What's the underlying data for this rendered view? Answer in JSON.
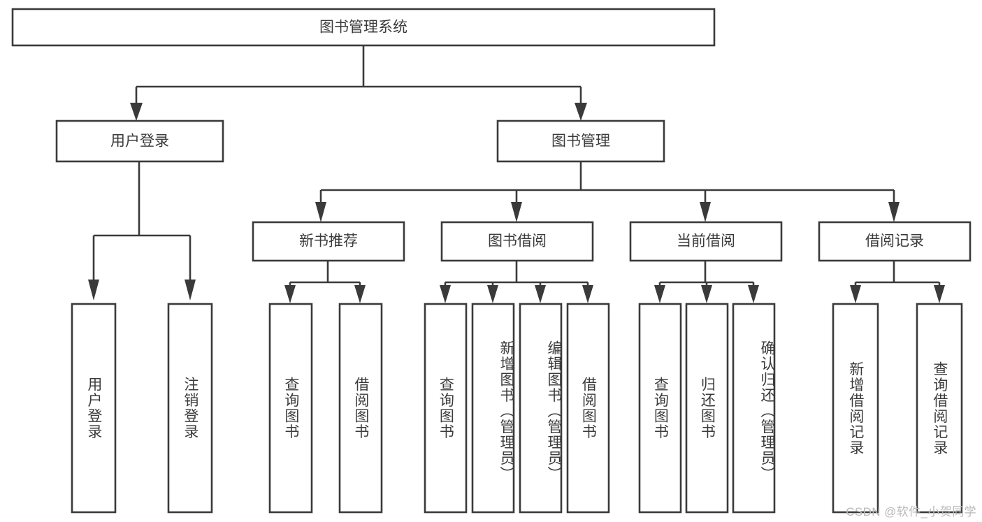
{
  "diagram": {
    "type": "tree-hierarchy-chart",
    "title": "图书管理系统",
    "orientation": "top-down",
    "colors": {
      "box_fill": "#ffffff",
      "box_stroke": "#3a3a3a",
      "text": "#3b3b3b",
      "background": "#ffffff",
      "watermark": "#b9b9b9"
    },
    "root": {
      "label": "图书管理系统"
    },
    "level2": [
      {
        "label": "用户登录"
      },
      {
        "label": "图书管理"
      }
    ],
    "level3": [
      {
        "label": "新书推荐"
      },
      {
        "label": "图书借阅"
      },
      {
        "label": "当前借阅"
      },
      {
        "label": "借阅记录"
      }
    ],
    "leaves": {
      "user_login": [
        {
          "label": "用户登录"
        },
        {
          "label": "注销登录"
        }
      ],
      "new_book_recommend": [
        {
          "label": "查询图书"
        },
        {
          "label": "借阅图书"
        }
      ],
      "book_borrow": [
        {
          "label": "查询图书"
        },
        {
          "label": "新增图书（管理员）"
        },
        {
          "label": "编辑图书（管理员）"
        },
        {
          "label": "借阅图书"
        }
      ],
      "current_borrow": [
        {
          "label": "查询图书"
        },
        {
          "label": "归还图书"
        },
        {
          "label": "确认归还（管理员）"
        }
      ],
      "borrow_records": [
        {
          "label": "新增借阅记录"
        },
        {
          "label": "查询借阅记录"
        }
      ]
    }
  },
  "watermark": {
    "text": "CSDN @软件_小贺同学"
  }
}
